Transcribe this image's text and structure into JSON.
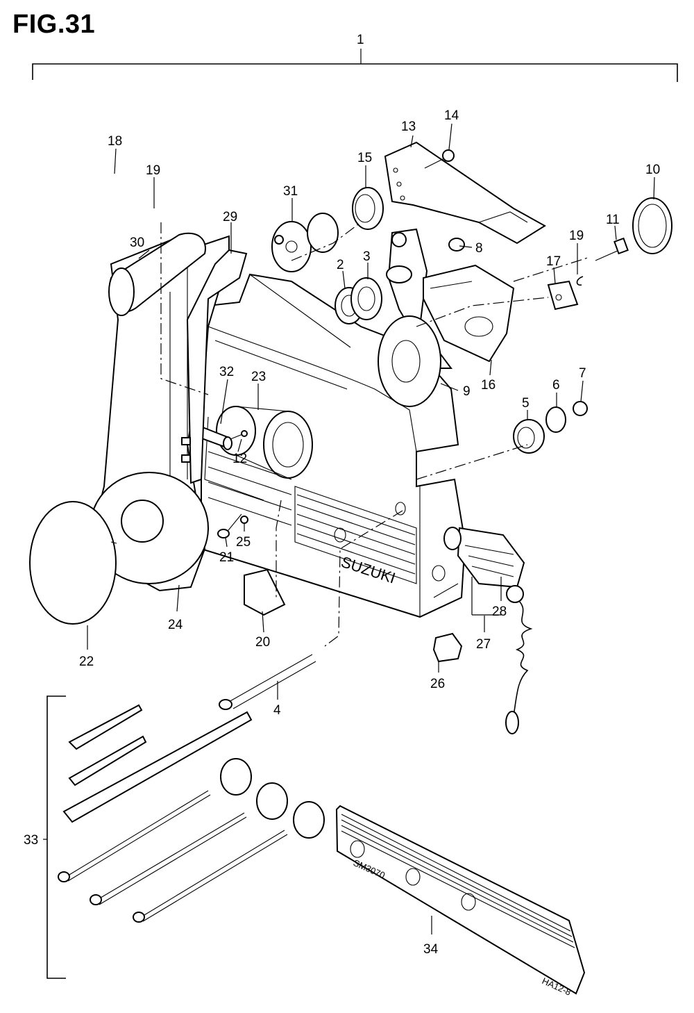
{
  "figure": {
    "title": "FIG.31",
    "assembly_label": "1",
    "kit_label": "33",
    "stamp_text": "SUZUKI",
    "grille_text": "SM3070",
    "grille_code": "HA12-8"
  },
  "callouts": [
    {
      "id": "2",
      "label": "2"
    },
    {
      "id": "3",
      "label": "3"
    },
    {
      "id": "4",
      "label": "4"
    },
    {
      "id": "5",
      "label": "5"
    },
    {
      "id": "6",
      "label": "6"
    },
    {
      "id": "7",
      "label": "7"
    },
    {
      "id": "8",
      "label": "8"
    },
    {
      "id": "9",
      "label": "9"
    },
    {
      "id": "10",
      "label": "10"
    },
    {
      "id": "11",
      "label": "11"
    },
    {
      "id": "12",
      "label": "12"
    },
    {
      "id": "13",
      "label": "13"
    },
    {
      "id": "14",
      "label": "14"
    },
    {
      "id": "15",
      "label": "15"
    },
    {
      "id": "16",
      "label": "16"
    },
    {
      "id": "17",
      "label": "17"
    },
    {
      "id": "18",
      "label": "18"
    },
    {
      "id": "19a",
      "label": "19"
    },
    {
      "id": "19b",
      "label": "19"
    },
    {
      "id": "20",
      "label": "20"
    },
    {
      "id": "21",
      "label": "21"
    },
    {
      "id": "22",
      "label": "22"
    },
    {
      "id": "23",
      "label": "23"
    },
    {
      "id": "24",
      "label": "24"
    },
    {
      "id": "25",
      "label": "25"
    },
    {
      "id": "26",
      "label": "26"
    },
    {
      "id": "27",
      "label": "27"
    },
    {
      "id": "28",
      "label": "28"
    },
    {
      "id": "29",
      "label": "29"
    },
    {
      "id": "30",
      "label": "30"
    },
    {
      "id": "31",
      "label": "31"
    },
    {
      "id": "32",
      "label": "32"
    },
    {
      "id": "34",
      "label": "34"
    }
  ]
}
